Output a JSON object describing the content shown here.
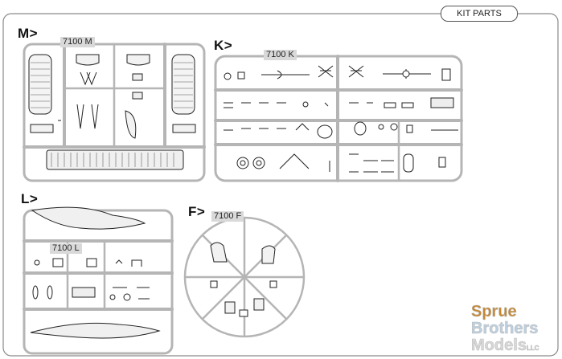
{
  "header": {
    "tag_label": "KIT PARTS"
  },
  "sprues": [
    {
      "id": "M",
      "label": "M>",
      "code": "7100 M"
    },
    {
      "id": "K",
      "label": "K>",
      "code": "7100 K"
    },
    {
      "id": "L",
      "label": "L>",
      "code": "7100 L"
    },
    {
      "id": "F",
      "label": "F>",
      "code": "7100 F"
    }
  ],
  "watermark": {
    "line1": "Sprue",
    "line2": "Brothers",
    "line3": "Models",
    "suffix": "LLC"
  }
}
